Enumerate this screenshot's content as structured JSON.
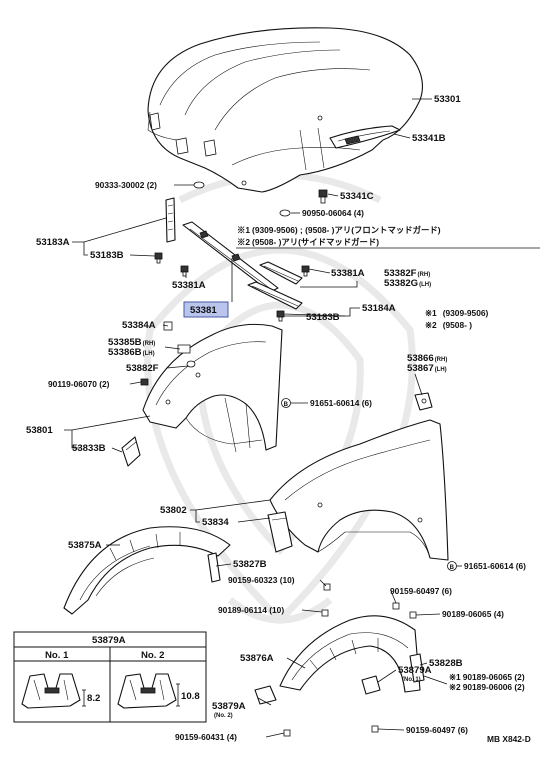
{
  "notes": {
    "line1_mark": "※1",
    "line1_text": "(9309-9506) ; (9508-        )アリ(フロントマッドガード)",
    "line2_mark": "※2",
    "line2_text": "(9508-        )アリ(サイドマッドガード)",
    "legend1_mark": "※1",
    "legend1_text": "(9309-9506)",
    "legend2_mark": "※2",
    "legend2_text": "(9508-        )"
  },
  "parts": {
    "p53301": "53301",
    "p53341B": "53341B",
    "p90333": "90333-30002 (2)",
    "p53341C": "53341C",
    "p90950": "90950-06064 (4)",
    "p53183A": "53183A",
    "p53183B_top": "53183B",
    "p53381A_left": "53381A",
    "p53381": "53381",
    "p53381A_right": "53381A",
    "p53382F": "53382F",
    "p53382F_sub": "(RH)",
    "p53382G": "53382G",
    "p53382G_sub": "(LH)",
    "p53184A": "53184A",
    "p53183B_mid": "53183B",
    "p53384A": "53384A",
    "p53385B": "53385B",
    "p53385B_sub": "(RH)",
    "p53386B": "53386B",
    "p53386B_sub": "(LH)",
    "p53882F": "53882F",
    "p90119": "90119-06070 (2)",
    "p91651_top": "91651-60614 (6)",
    "p53866": "53866",
    "p53866_sub": "(RH)",
    "p53867": "53867",
    "p53867_sub": "(LH)",
    "p53801": "53801",
    "p53833B": "53833B",
    "p53802": "53802",
    "p53834": "53834",
    "p53875A": "53875A",
    "p53827B": "53827B",
    "p91651_right": "91651-60614 (6)",
    "p90159_60323": "90159-60323 (10)",
    "p90159_60497_top": "90159-60497 (6)",
    "p90189_06114": "90189-06114 (10)",
    "p90189_06065_4": "90189-06065 (4)",
    "p53876A": "53876A",
    "p53828B": "53828B",
    "p90189_06065_2_mark": "※1",
    "p90189_06065_2": "90189-06065 (2)",
    "p90189_06006_mark": "※2",
    "p90189_06006": "90189-06006 (2)",
    "p53879A_right": "53879A",
    "p53879A_right_sub": "(No. 1)",
    "p53879A_left": "53879A",
    "p53879A_left_sub": "(No. 2)",
    "p90159_60497_bottom": "90159-60497 (6)",
    "p90159_60431": "90159-60431 (4)"
  },
  "inset": {
    "title": "53879A",
    "col1": "No. 1",
    "col2": "No. 2",
    "dim1": "8.2",
    "dim2": "10.8"
  },
  "footer": {
    "code": "MB X842-D"
  },
  "colors": {
    "highlight_fill": "#b9c5ec",
    "highlight_stroke": "#4a5aa8",
    "line": "#111111",
    "watermark": "#e9e9e9"
  },
  "icons": {
    "bolt": "bolt-icon",
    "clip": "clip-icon",
    "circled_b": "circled-b-icon"
  }
}
